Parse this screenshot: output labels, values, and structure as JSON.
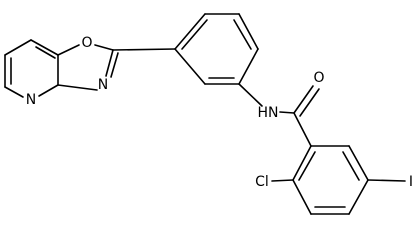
{
  "atoms": {
    "o_oxazole": "O",
    "n_oxazole": "N",
    "n_pyridine": "N",
    "o_carbonyl": "O",
    "nh_amide": "HN",
    "cl": "Cl",
    "iodine": "I"
  },
  "colors": {
    "bond": "#000000",
    "text": "#000000",
    "background": "#ffffff"
  }
}
